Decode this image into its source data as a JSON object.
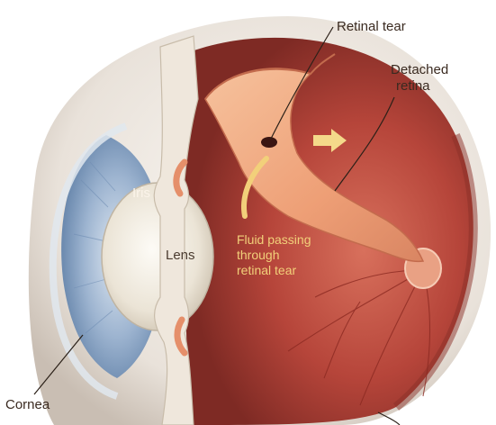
{
  "labels": {
    "retinal_tear": "Retinal tear",
    "detached_retina_line1": "Detached",
    "detached_retina_line2": "retina",
    "iris": "Iris",
    "lens": "Lens",
    "fluid_line1": "Fluid passing",
    "fluid_line2": "through",
    "fluid_line3": "retinal tear",
    "cornea": "Cornea"
  },
  "colors": {
    "background": "#ffffff",
    "eyeball_interior": "#b8463a",
    "detached_retina": "#f0a77c",
    "sclera": "#efeae4",
    "iris_blue": "#8fa9c9",
    "lens": "#f1ece1",
    "fluid_arrow": "#f2d07a"
  }
}
